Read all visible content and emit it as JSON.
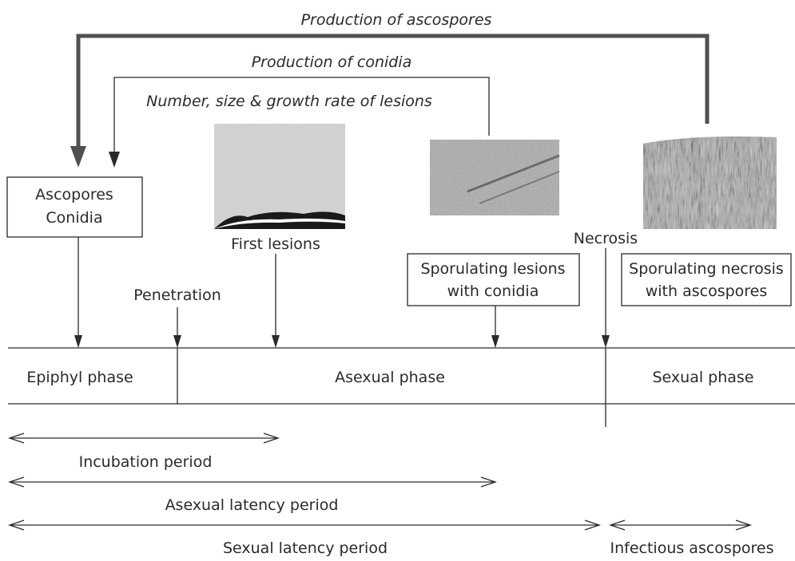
{
  "top_flows": {
    "ascospores_production": "Production of ascospores",
    "conidia_production": "Production of conidia",
    "lesion_metrics": "Number, size & growth rate of lesions"
  },
  "events": {
    "spore_box_line1": "Ascopores",
    "spore_box_line2": "Conidia",
    "first_lesions": "First lesions",
    "penetration": "Penetration",
    "necrosis": "Necrosis",
    "sporulating_lesions_line1": "Sporulating lesions",
    "sporulating_lesions_line2": "with conidia",
    "sporulating_necrosis_line1": "Sporulating necrosis",
    "sporulating_necrosis_line2": "with ascospores"
  },
  "phases": [
    "Epiphyl phase",
    "Asexual phase",
    "Sexual phase"
  ],
  "periods": {
    "incubation": "Incubation period",
    "asexual_latency": "Asexual latency period",
    "sexual_latency": "Sexual latency period",
    "infectious_ascospores": "Infectious ascospores"
  }
}
